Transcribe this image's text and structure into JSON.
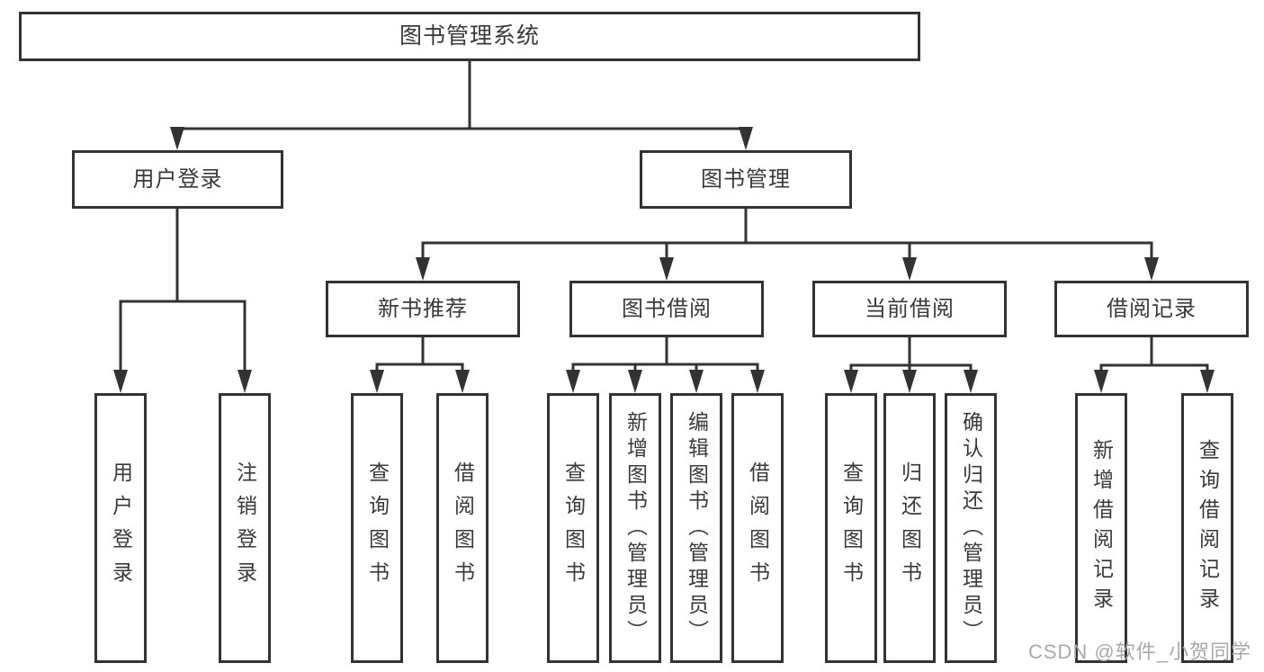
{
  "colors": {
    "line": "#333333",
    "text": "#3a3a3a",
    "watermark": "#a9a9a9",
    "background": "#ffffff"
  },
  "watermark": "CSDN @软件_小贺同学",
  "tree": {
    "root": {
      "label": "图书管理系统",
      "children": [
        {
          "label": "用户登录",
          "children": [
            {
              "label": "用户登录"
            },
            {
              "label": "注销登录"
            }
          ]
        },
        {
          "label": "图书管理",
          "children": [
            {
              "label": "新书推荐",
              "children": [
                {
                  "label": "查询图书"
                },
                {
                  "label": "借阅图书"
                }
              ]
            },
            {
              "label": "图书借阅",
              "children": [
                {
                  "label": "查询图书"
                },
                {
                  "label": "新增图书（管理员）"
                },
                {
                  "label": "编辑图书（管理员）"
                },
                {
                  "label": "借阅图书"
                }
              ]
            },
            {
              "label": "当前借阅",
              "children": [
                {
                  "label": "查询图书"
                },
                {
                  "label": "归还图书"
                },
                {
                  "label": "确认归还（管理员）"
                }
              ]
            },
            {
              "label": "借阅记录",
              "children": [
                {
                  "label": "新增借阅记录"
                },
                {
                  "label": "查询借阅记录"
                }
              ]
            }
          ]
        }
      ]
    }
  }
}
